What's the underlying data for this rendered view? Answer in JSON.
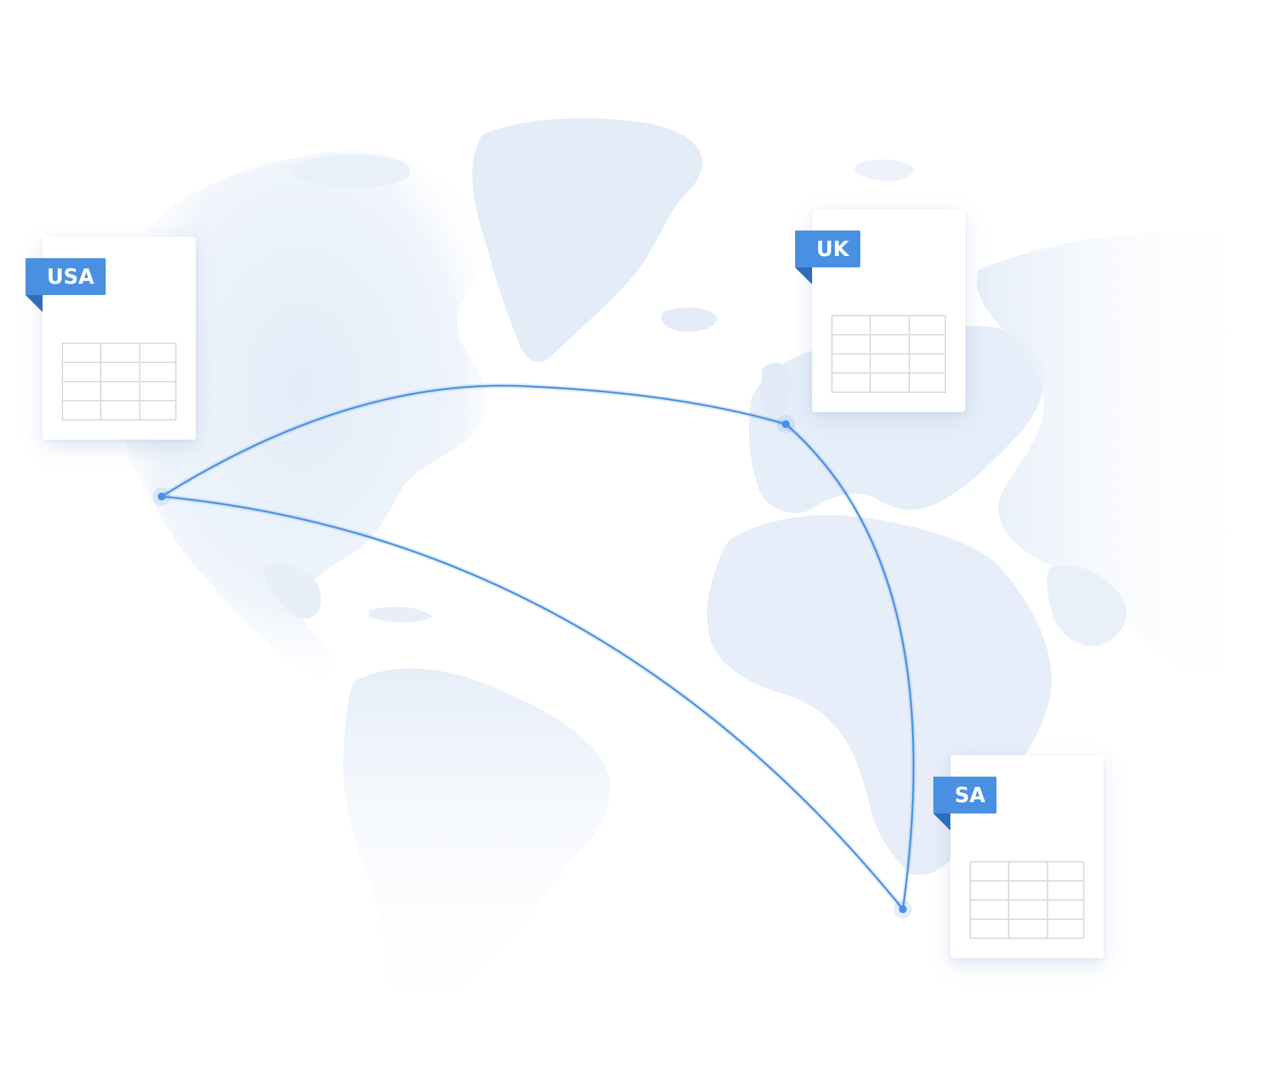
{
  "regions": [
    {
      "id": "usa",
      "label": "USA"
    },
    {
      "id": "uk",
      "label": "UK"
    },
    {
      "id": "sa",
      "label": "SA"
    }
  ],
  "colors": {
    "accent": "#4a90e2",
    "accent_dark": "#2f6dbc",
    "land": "#e6eef9",
    "background": "#ffffff",
    "grid_line": "#dcdcdc"
  },
  "icons": [
    "spreadsheet-icon",
    "location-pin-icon"
  ]
}
